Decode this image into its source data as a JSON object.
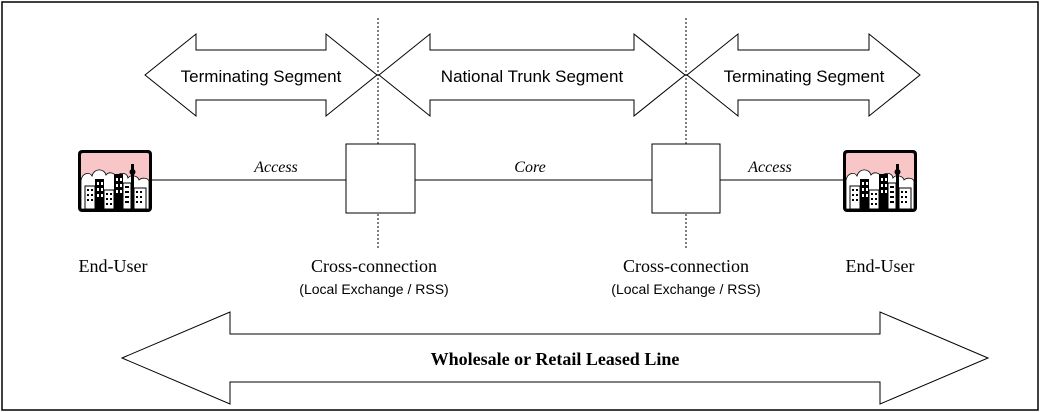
{
  "segments": {
    "left_terminating": "Terminating Segment",
    "national_trunk": "National Trunk Segment",
    "right_terminating": "Terminating Segment"
  },
  "links": {
    "left_access": "Access",
    "core": "Core",
    "right_access": "Access"
  },
  "nodes": {
    "left_end_user": "End-User",
    "right_end_user": "End-User",
    "left_cross_connection": {
      "title": "Cross-connection",
      "subtitle": "(Local Exchange / RSS)"
    },
    "right_cross_connection": {
      "title": "Cross-connection",
      "subtitle": "(Local Exchange / RSS)"
    }
  },
  "leased_line_label": "Wholesale or Retail Leased Line",
  "icons": {
    "end_user": "city-skyline-icon"
  },
  "colors": {
    "sky": "#f8c6c6",
    "line": "#000000",
    "background": "#ffffff"
  }
}
